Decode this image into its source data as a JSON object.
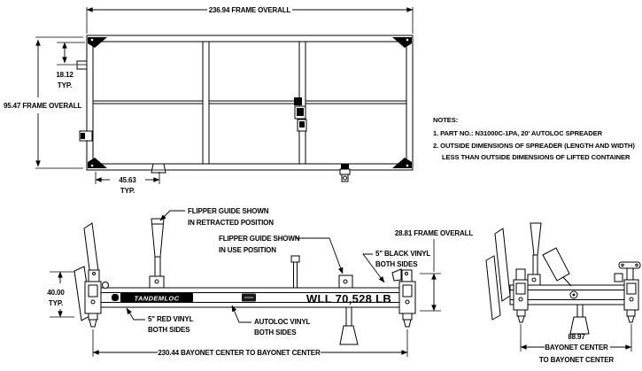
{
  "plan_view": {
    "dim_width": "236.94 FRAME OVERALL",
    "dim_height": "95.47 FRAME OVERALL",
    "dim_corner": "18.12",
    "dim_corner_typ": "TYP.",
    "dim_pin": "45.63",
    "dim_pin_typ": "TYP."
  },
  "notes": {
    "heading": "NOTES:",
    "line1": "1.  PART NO.: N31000C-1PA, 20' AUTOLOC SPREADER",
    "line2": "2.  OUTSIDE DIMENSIONS OF SPREADER (LENGTH AND WIDTH)",
    "line3": "LESS THAN OUTSIDE DIMENSIONS OF LIFTED CONTAINER"
  },
  "side_view": {
    "flipper_retracted_line1": "FLIPPER GUIDE SHOWN",
    "flipper_retracted_line2": "IN RETRACTED POSITION",
    "flipper_use_line1": "FLIPPER GUIDE SHOWN",
    "flipper_use_line2": "IN USE POSITION",
    "dim_frame": "28.81 FRAME OVERALL",
    "black_vinyl_line1": "5\" BLACK VINYL",
    "black_vinyl_line2": "BOTH SIDES",
    "dim_plate": "40.00",
    "dim_plate_typ": "TYP.",
    "red_vinyl_line1": "5\" RED VINYL",
    "red_vinyl_line2": "BOTH SIDES",
    "autoloc_vinyl_line1": "AUTOLOC VINYL",
    "autoloc_vinyl_line2": "BOTH SIDES",
    "wll": "WLL 70,528 LB",
    "brand": "TANDEMLOC",
    "dim_bayonet": "230.44 BAYONET CENTER TO BAYONET CENTER"
  },
  "end_view": {
    "dim_value": "88.97",
    "dim_line1": "BAYONET CENTER",
    "dim_line2": "TO BAYONET CENTER"
  },
  "colors": {
    "ink": "#000000",
    "paper": "#ffffff"
  }
}
